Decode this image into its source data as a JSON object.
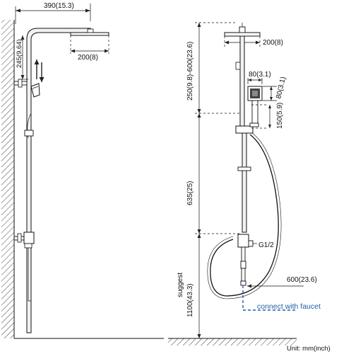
{
  "left_view": {
    "top_width": "390(15.3)",
    "head_width": "200(8)",
    "bracket_height": "245(9.64)"
  },
  "right_view": {
    "head_width": "200(8)",
    "arm_height": "250(9.8)-600(23.6)",
    "handset_width": "80(3.1)",
    "handset_depth": "80(3.1)",
    "handset_height": "150(5.9)",
    "bar_length": "635(25)",
    "install_height_note": "suggest",
    "install_height": "1100(43.3)",
    "thread": "G1/2",
    "hose_length": "600(23.6)",
    "connect_note": "connect with faucet"
  },
  "unit_note": "Unit: mm(inch)",
  "colors": {
    "line": "#111111",
    "pipe_fill": "#f2f2f2",
    "faucet_dashes": "#1f5fa8",
    "note_text": "#1f5fa8"
  }
}
